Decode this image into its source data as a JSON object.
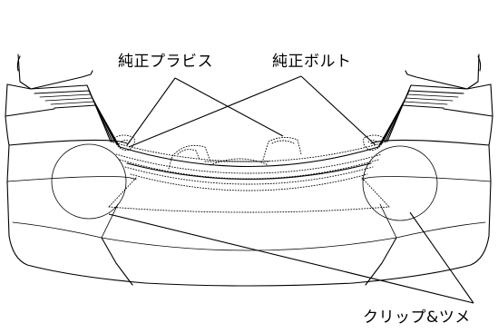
{
  "labels": {
    "genuine_plavis": "純正プラビス",
    "genuine_bolt": "純正ボルト",
    "clip_and_claw": "クリップ&ツメ"
  },
  "colors": {
    "line": "#000000",
    "background": "#ffffff"
  }
}
